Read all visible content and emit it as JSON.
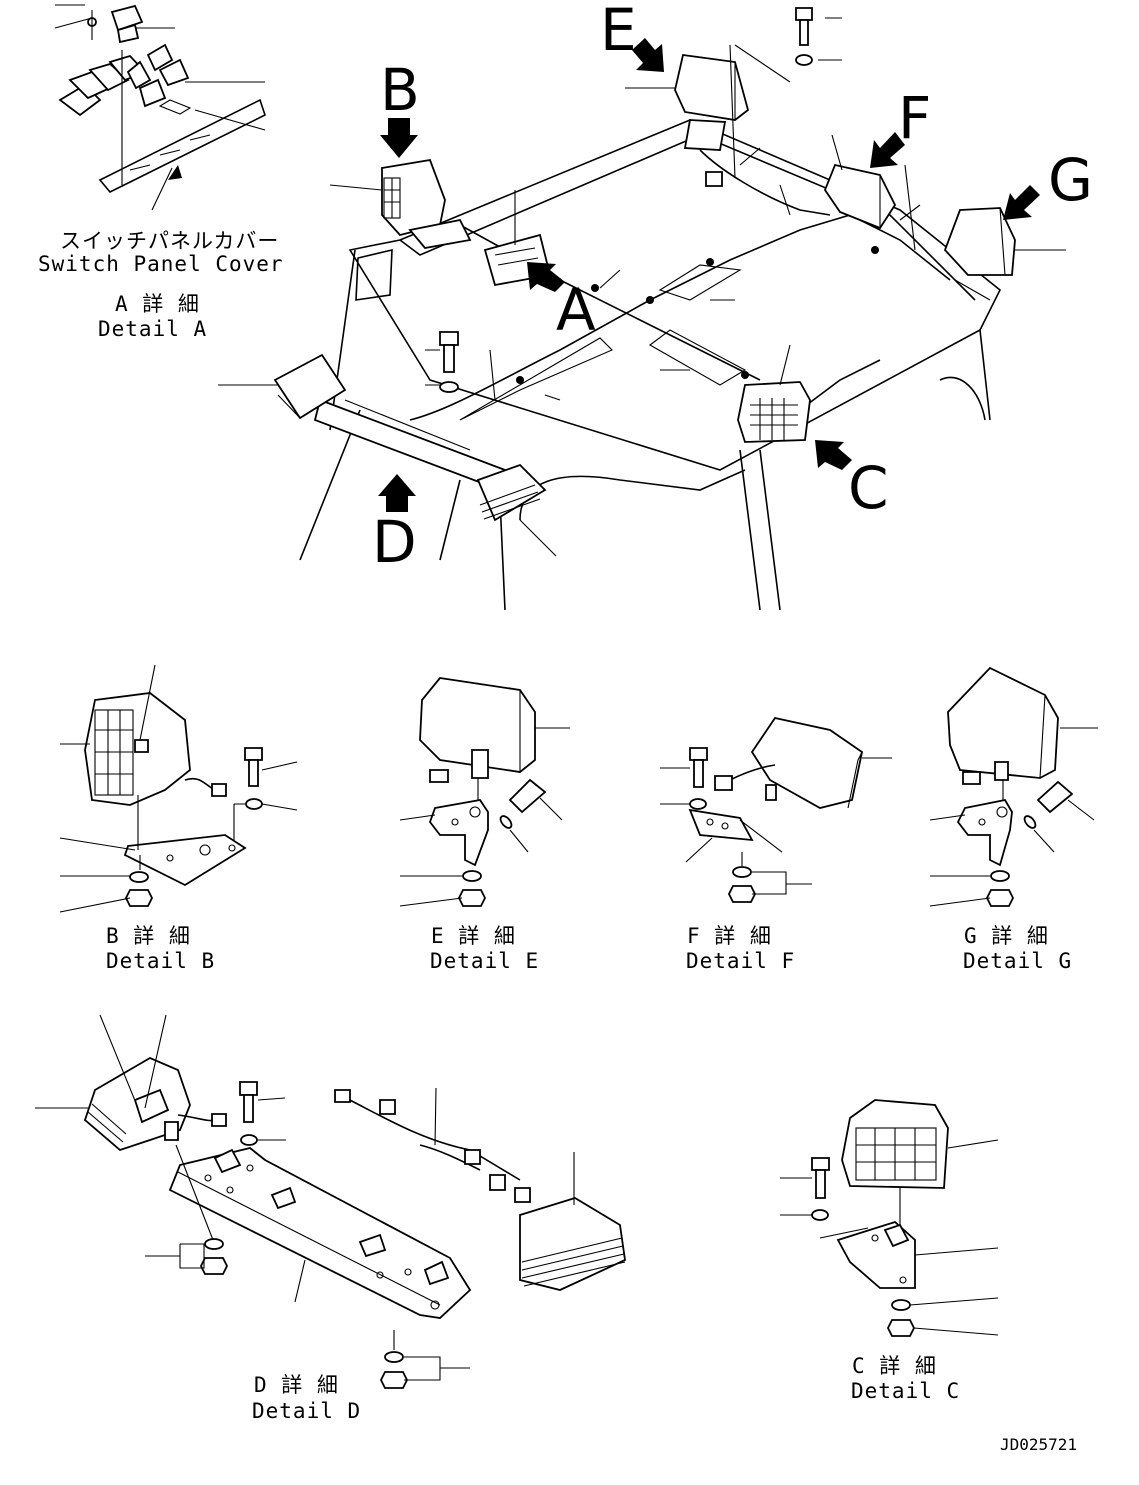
{
  "callout_letters": {
    "A": "A",
    "B": "B",
    "C": "C",
    "D": "D",
    "E": "E",
    "F": "F",
    "G": "G"
  },
  "details": {
    "A": {
      "jp": "A 詳 細",
      "en": "Detail A"
    },
    "B": {
      "jp": "B 詳 細",
      "en": "Detail B"
    },
    "C": {
      "jp": "C 詳 細",
      "en": "Detail C"
    },
    "D": {
      "jp": "D 詳 細",
      "en": "Detail D"
    },
    "E": {
      "jp": "E 詳 細",
      "en": "Detail E"
    },
    "F": {
      "jp": "F 詳 細",
      "en": "Detail F"
    },
    "G": {
      "jp": "G 詳 細",
      "en": "Detail G"
    }
  },
  "switch_panel": {
    "jp": "スイッチパネルカバー",
    "en": "Switch Panel Cover"
  },
  "drawing_number": "JD025721"
}
